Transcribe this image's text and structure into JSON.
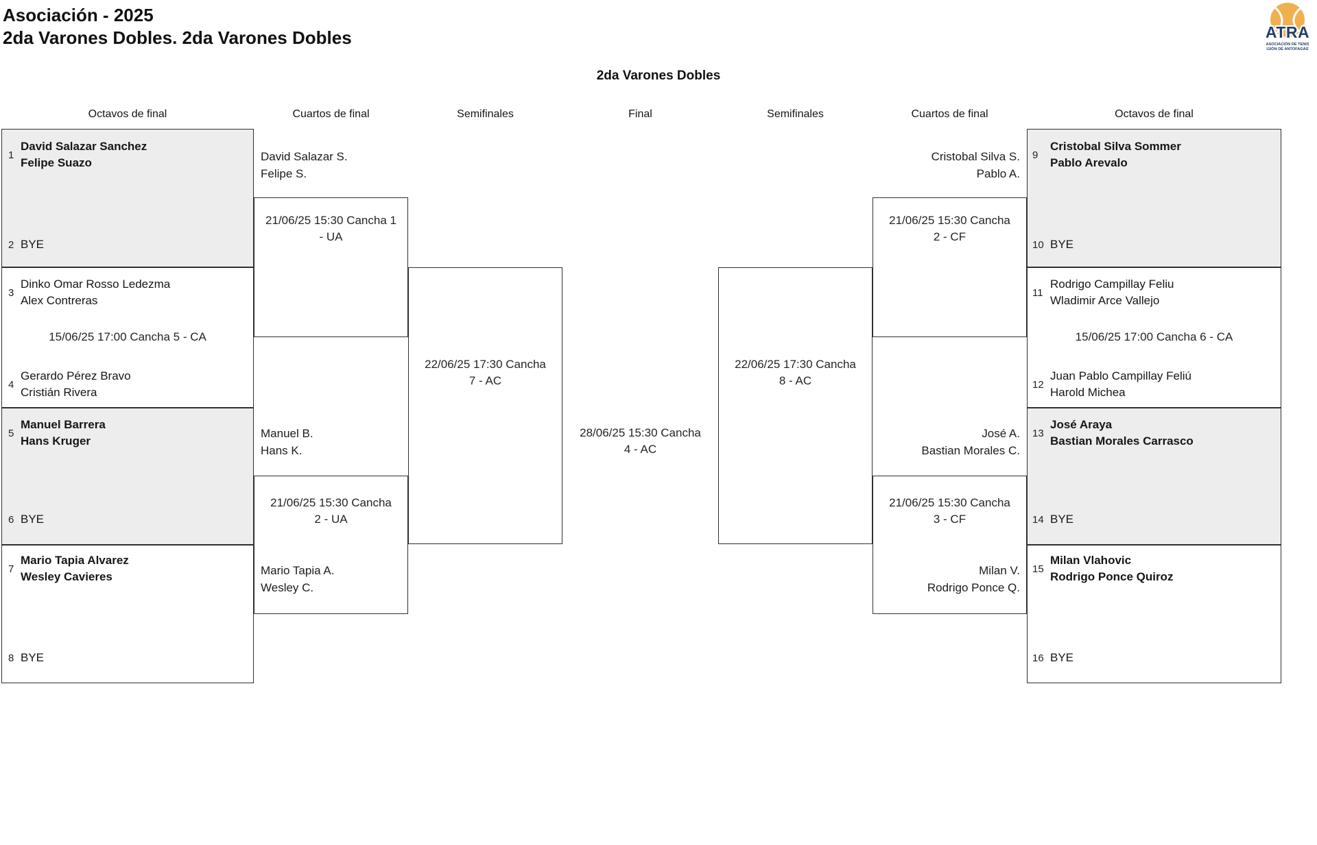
{
  "header": {
    "title": "Asociación - 2025",
    "subtitle": "2da Varones Dobles. 2da Varones Dobles"
  },
  "logo": {
    "acronym": "ATRA",
    "line1": "ASOCIACIÓN DE TENIS",
    "line2": "REGIÓN DE ANTOFAGASTA",
    "navy": "#223f6a",
    "ball_color": "#f1b050"
  },
  "bracket_title": "2da Varones Dobles",
  "round_headers": [
    "Octavos de final",
    "Cuartos de final",
    "Semifinales",
    "Final",
    "Semifinales",
    "Cuartos de final",
    "Octavos de final"
  ],
  "colors": {
    "box_gray": "#ededed",
    "border": "#2f2f2f"
  },
  "octavos": {
    "m1": {
      "seed_top": "1",
      "top1": "David Salazar Sanchez",
      "top2": "Felipe Suazo",
      "seed_bot": "2",
      "bot": "BYE"
    },
    "m2": {
      "seed_top": "3",
      "top1": "Dinko Omar Rosso Ledezma",
      "top2": "Alex Contreras",
      "info": "15/06/25 17:00 Cancha 5 - CA",
      "seed_bot": "4",
      "bot1": "Gerardo Pérez Bravo",
      "bot2": "Cristián Rivera"
    },
    "m3": {
      "seed_top": "5",
      "top1": "Manuel Barrera",
      "top2": "Hans Kruger",
      "seed_bot": "6",
      "bot": "BYE"
    },
    "m4": {
      "seed_top": "7",
      "top1": "Mario Tapia Alvarez",
      "top2": "Wesley Cavieres",
      "seed_bot": "8",
      "bot": "BYE"
    },
    "m5": {
      "seed_top": "9",
      "top1": "Cristobal Silva Sommer",
      "top2": "Pablo Arevalo",
      "seed_bot": "10",
      "bot": "BYE"
    },
    "m6": {
      "seed_top": "11",
      "top1": "Rodrigo Campillay Feliu",
      "top2": "Wladimir Arce Vallejo",
      "info": "15/06/25 17:00 Cancha 6 - CA",
      "seed_bot": "12",
      "bot1": "Juan Pablo Campillay Feliú",
      "bot2": "Harold Michea"
    },
    "m7": {
      "seed_top": "13",
      "top1": "José Araya",
      "top2": "Bastian Morales Carrasco",
      "seed_bot": "14",
      "bot": "BYE"
    },
    "m8": {
      "seed_top": "15",
      "top1": "Milan Vlahovic",
      "top2": "Rodrigo Ponce Quiroz",
      "seed_bot": "16",
      "bot": "BYE"
    }
  },
  "cuartos": {
    "q1": {
      "adv1": "David Salazar S.",
      "adv2": "Felipe S.",
      "info1": "21/06/25 15:30 Cancha 1",
      "info2": "- UA"
    },
    "q2": {
      "adv1": "Manuel B.",
      "adv2": "Hans K.",
      "info1": "21/06/25 15:30 Cancha",
      "info2": "2 - UA",
      "adv3": "Mario Tapia A.",
      "adv4": "Wesley C."
    },
    "q3": {
      "adv1": "Cristobal Silva S.",
      "adv2": "Pablo A.",
      "info1": "21/06/25 15:30 Cancha",
      "info2": "2 - CF"
    },
    "q4": {
      "adv1": "José A.",
      "adv2": "Bastian Morales C.",
      "info1": "21/06/25 15:30 Cancha",
      "info2": "3 - CF",
      "adv3": "Milan V.",
      "adv4": "Rodrigo Ponce Q."
    }
  },
  "semifinales": {
    "s1": {
      "info1": "22/06/25 17:30 Cancha",
      "info2": "7 - AC"
    },
    "s2": {
      "info1": "22/06/25 17:30 Cancha",
      "info2": "8 - AC"
    }
  },
  "final": {
    "info1": "28/06/25 15:30 Cancha",
    "info2": "4 - AC"
  }
}
